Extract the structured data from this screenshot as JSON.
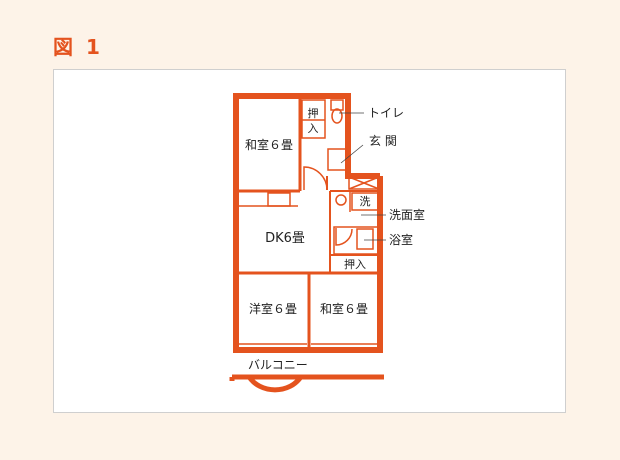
{
  "figure": {
    "title": "図 1"
  },
  "colors": {
    "wall": "#e4531e",
    "background": "#fdf3e8",
    "panel": "#ffffff",
    "fixture": "#e4531e"
  },
  "rooms": {
    "washitsu_top": "和室６畳",
    "dk": "DK6畳",
    "youshitsu": "洋室６畳",
    "washitsu_bottom": "和室６畳",
    "closet_top": [
      "押",
      "入"
    ],
    "closet_middle": "押入",
    "wash_fixture": "洗"
  },
  "callouts": {
    "toilet": "トイレ",
    "entrance": "玄 関",
    "washroom": "洗面室",
    "bath": "浴室"
  },
  "balcony": "バルコニー"
}
